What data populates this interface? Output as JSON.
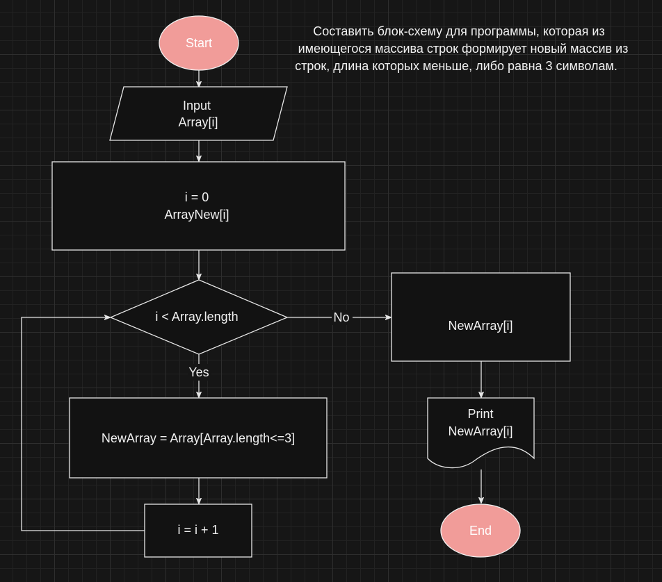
{
  "task_text": [
    "Составить блок-схему для программы, которая из",
    "имеющегося массива строк формирует новый массив из",
    "строк, длина которых меньше, либо равна 3 символам."
  ],
  "nodes": {
    "start": {
      "label": "Start"
    },
    "input": {
      "lines": [
        "Input",
        "Array[i]"
      ]
    },
    "init": {
      "lines": [
        "i = 0",
        "ArrayNew[i]"
      ]
    },
    "decision": {
      "label": "i < Array.length"
    },
    "filter": {
      "label": "NewArray = Array[Array.length<=3]"
    },
    "increment": {
      "label": "i = i + 1"
    },
    "result": {
      "label": "NewArray[i]"
    },
    "print": {
      "lines": [
        "Print",
        "NewArray[i]"
      ]
    },
    "end": {
      "label": "End"
    }
  },
  "edges": {
    "yes_label": "Yes",
    "no_label": "No"
  },
  "colors": {
    "background": "#161616",
    "terminator_fill": "#f19c99",
    "stroke": "#e6e6e6",
    "text": "#f0f0f0"
  }
}
